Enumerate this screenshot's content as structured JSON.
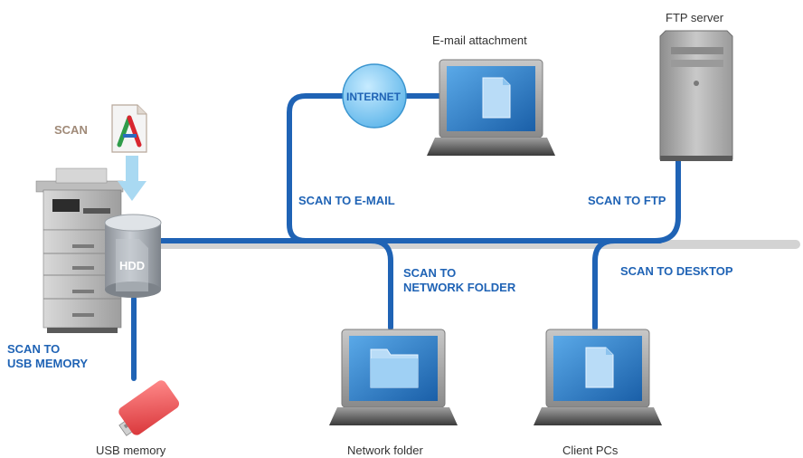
{
  "labels": {
    "scan": "SCAN",
    "internet": "INTERNET",
    "hdd": "HDD",
    "scan_to_email": "SCAN TO E-MAIL",
    "scan_to_ftp": "SCAN TO FTP",
    "scan_to_network_folder": "SCAN TO\nNETWORK FOLDER",
    "scan_to_desktop": "SCAN TO DESKTOP",
    "scan_to_usb_memory": "SCAN TO\nUSB MEMORY"
  },
  "devices": {
    "email_attachment": "E-mail attachment",
    "ftp_server": "FTP server",
    "usb_memory": "USB memory",
    "network_folder": "Network folder",
    "client_pcs": "Client PCs"
  },
  "colors": {
    "network_line": "#1f63b5",
    "backbone": "#d0d0d0",
    "label_blue": "#1f63b5",
    "internet_globe": "#7cc8f0",
    "scan_arrow": "#a9d9f2"
  },
  "icons": {
    "document": "document-icon",
    "folder": "folder-icon",
    "usb": "usb-drive-icon",
    "server": "server-tower-icon",
    "printer": "mfp-printer-icon"
  }
}
